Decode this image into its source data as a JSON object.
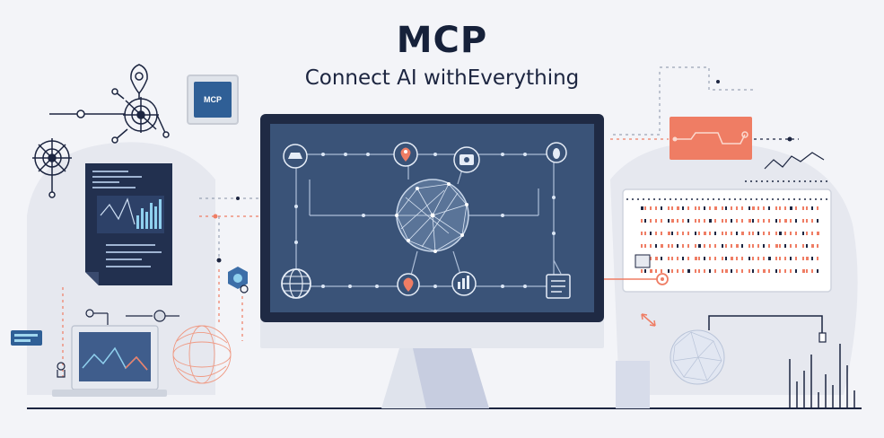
{
  "header": {
    "title": "MCP",
    "subtitle": "Connect AI withEverything"
  },
  "badge": {
    "label": "MCP"
  },
  "colors": {
    "background": "#f3f4f8",
    "monitor_frame": "#1f2a44",
    "monitor_screen": "#3a5378",
    "accent": "#ef7d64",
    "navy": "#1c2540",
    "blue": "#2f5f96"
  },
  "icons": [
    "location-pin-icon",
    "target-icon",
    "globe-icon",
    "network-globe-icon",
    "chart-icon",
    "document-icon",
    "laptop-icon",
    "database-icon"
  ]
}
